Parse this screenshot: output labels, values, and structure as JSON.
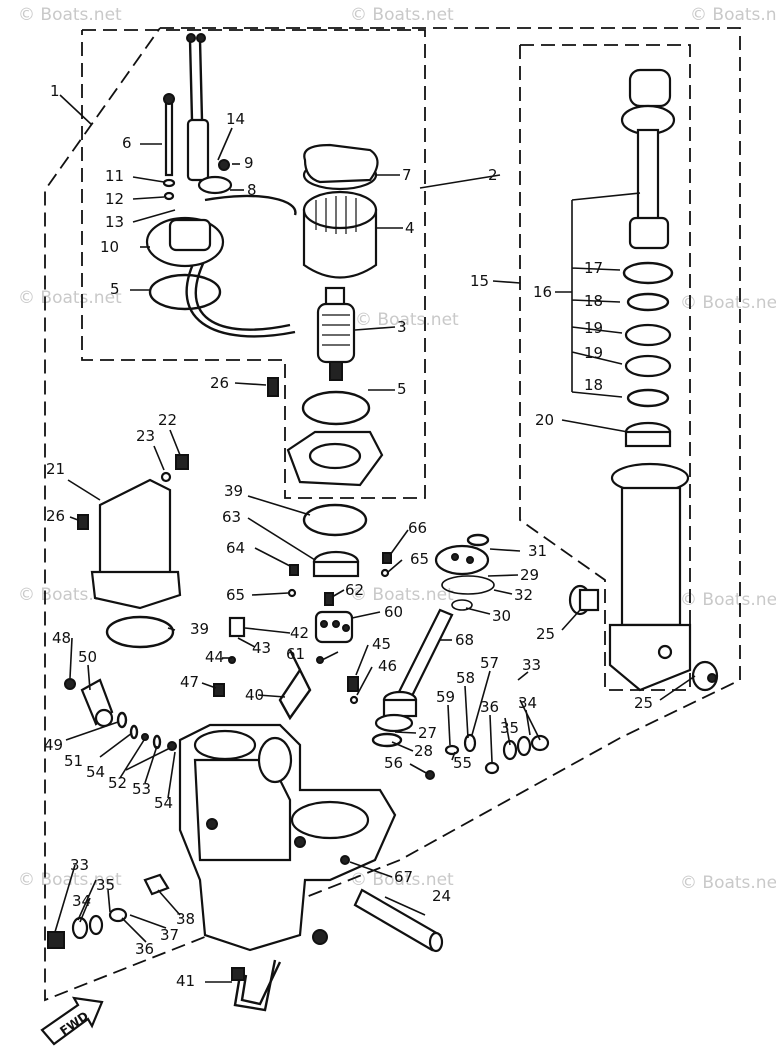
{
  "watermark": "© Boats.net",
  "direction_label": "FWD",
  "callouts": [
    "1",
    "2",
    "3",
    "4",
    "5",
    "5",
    "6",
    "7",
    "8",
    "9",
    "10",
    "11",
    "12",
    "13",
    "14",
    "15",
    "16",
    "17",
    "18",
    "18",
    "19",
    "19",
    "20",
    "21",
    "22",
    "23",
    "24",
    "25",
    "25",
    "26",
    "26",
    "27",
    "28",
    "29",
    "30",
    "31",
    "32",
    "33",
    "33",
    "34",
    "34",
    "35",
    "35",
    "36",
    "36",
    "37",
    "38",
    "39",
    "39",
    "40",
    "41",
    "42",
    "43",
    "44",
    "45",
    "46",
    "47",
    "48",
    "49",
    "50",
    "51",
    "52",
    "53",
    "54",
    "54",
    "55",
    "56",
    "57",
    "58",
    "59",
    "60",
    "61",
    "62",
    "63",
    "64",
    "65",
    "65",
    "66",
    "67",
    "68"
  ]
}
